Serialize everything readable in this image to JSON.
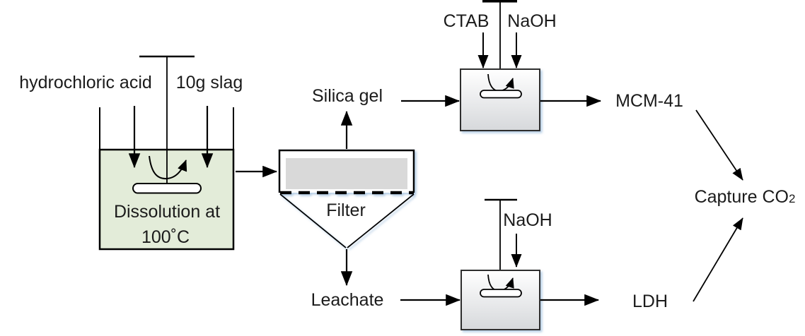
{
  "labels": {
    "hydrochloric_acid": "hydrochloric acid",
    "slag_input": "10g slag",
    "dissolution_line1": "Dissolution at",
    "dissolution_line2": "100˚C",
    "silica_gel": "Silica gel",
    "filter": "Filter",
    "leachate": "Leachate",
    "ctab": "CTAB",
    "naoh_top": "NaOH",
    "naoh_bottom": "NaOH",
    "mcm41": "MCM-41",
    "ldh": "LDH",
    "capture_co2_main": "Capture CO",
    "capture_co2_sub": "2"
  },
  "colors": {
    "beaker_fill": "#e3ecd9",
    "vessel_gray": "#d9d9d9",
    "line": "#000000",
    "shadow": "#a9c5e0"
  },
  "flow": {
    "nodes": [
      "hydrochloric acid",
      "10g slag",
      "Dissolution at 100˚C beaker",
      "Filter",
      "Silica gel",
      "Leachate",
      "stirred reactor (CTAB + NaOH)",
      "stirred reactor (NaOH)",
      "MCM-41",
      "LDH",
      "Capture CO2"
    ],
    "edges": [
      [
        "hydrochloric acid",
        "Dissolution at 100˚C beaker"
      ],
      [
        "10g slag",
        "Dissolution at 100˚C beaker"
      ],
      [
        "Dissolution at 100˚C beaker",
        "Filter"
      ],
      [
        "Filter",
        "Silica gel"
      ],
      [
        "Filter",
        "Leachate"
      ],
      [
        "Silica gel",
        "stirred reactor (CTAB + NaOH)"
      ],
      [
        "CTAB",
        "stirred reactor (CTAB + NaOH)"
      ],
      [
        "NaOH",
        "stirred reactor (CTAB + NaOH)"
      ],
      [
        "stirred reactor (CTAB + NaOH)",
        "MCM-41"
      ],
      [
        "Leachate",
        "stirred reactor (NaOH)"
      ],
      [
        "NaOH",
        "stirred reactor (NaOH)"
      ],
      [
        "stirred reactor (NaOH)",
        "LDH"
      ],
      [
        "MCM-41",
        "Capture CO2"
      ],
      [
        "LDH",
        "Capture CO2"
      ]
    ]
  }
}
